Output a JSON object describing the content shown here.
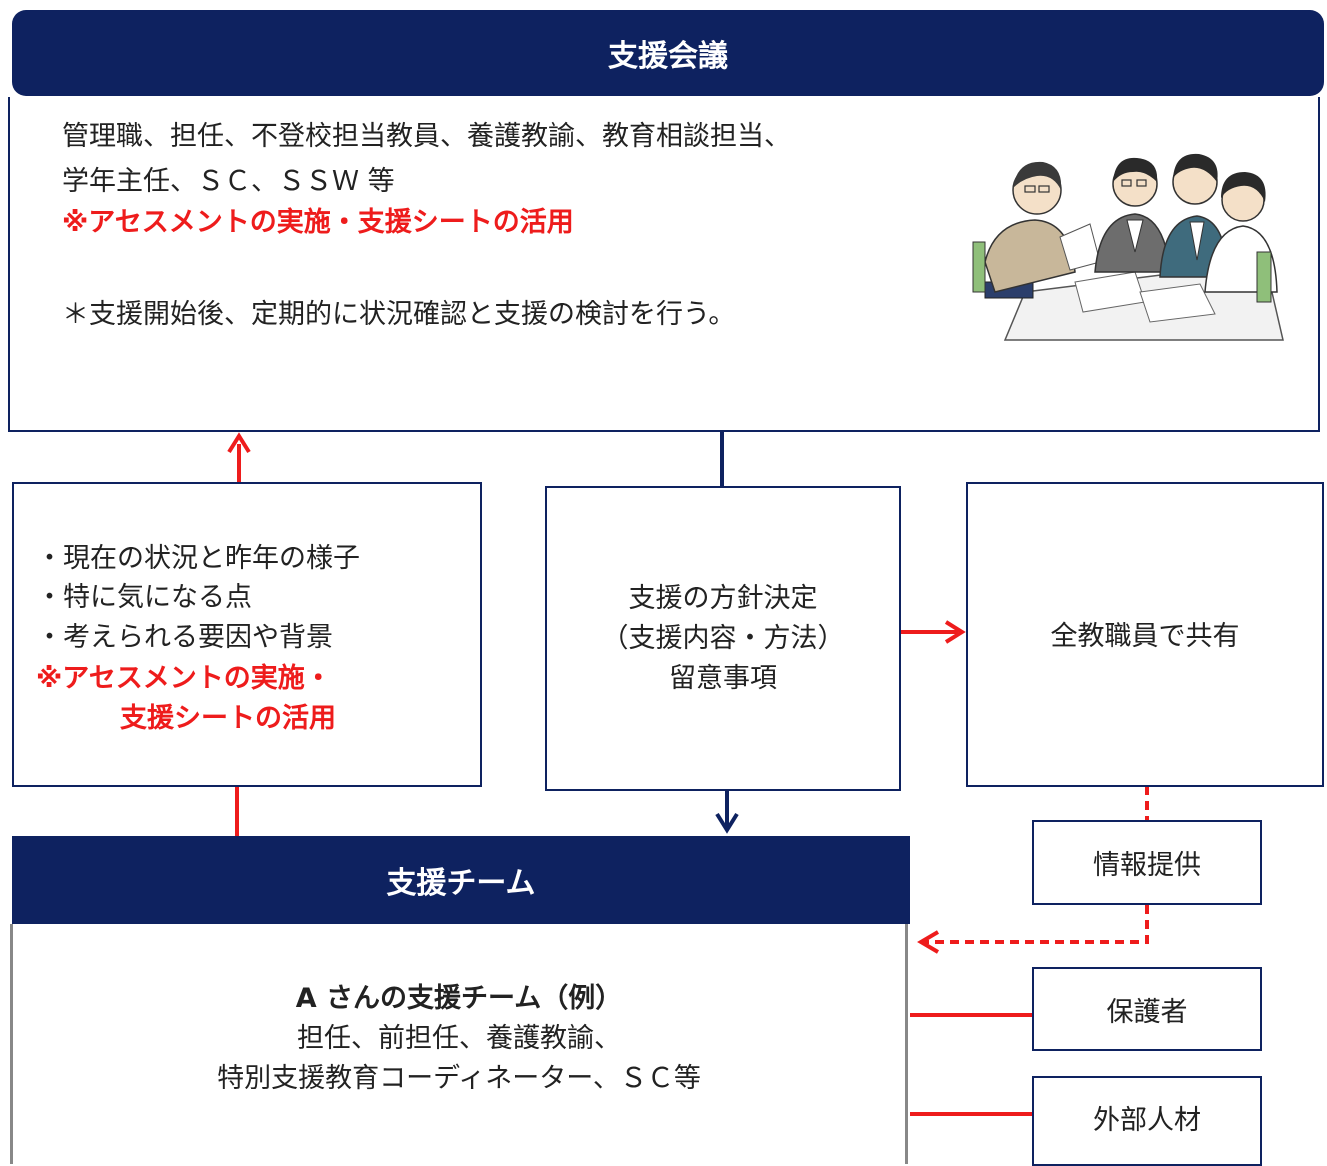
{
  "meeting": {
    "title": "支援会議",
    "line1": "管理職、担任、不登校担当教員、養護教諭、教育相談担当、",
    "line2": "学年主任、ＳＣ、ＳＳＷ 等",
    "red_note": "※アセスメントの実施・支援シートの活用",
    "note": "＊支援開始後、定期的に状況確認と支援の検討を行う。"
  },
  "left_box": {
    "items": [
      "・現在の状況と昨年の様子",
      "・特に気になる点",
      "・考えられる要因や背景"
    ],
    "red_line1": "※アセスメントの実施・",
    "red_line2": "支援シートの活用"
  },
  "center_box": {
    "line1": "支援の方針決定",
    "line2": "（支援内容・方法）",
    "line3": "留意事項"
  },
  "right_box": {
    "label": "全教職員で共有"
  },
  "info_box": {
    "label": "情報提供"
  },
  "team": {
    "title": "支援チーム",
    "subtitle": "A さんの支援チーム（例）",
    "line1": "担任、前担任、養護教諭、",
    "line2": "特別支援教育コーディネーター、ＳＣ等"
  },
  "side_boxes": {
    "guardian": "保護者",
    "external": "外部人材"
  },
  "colors": {
    "navy": "#0e2260",
    "red": "#ee1c1c"
  }
}
